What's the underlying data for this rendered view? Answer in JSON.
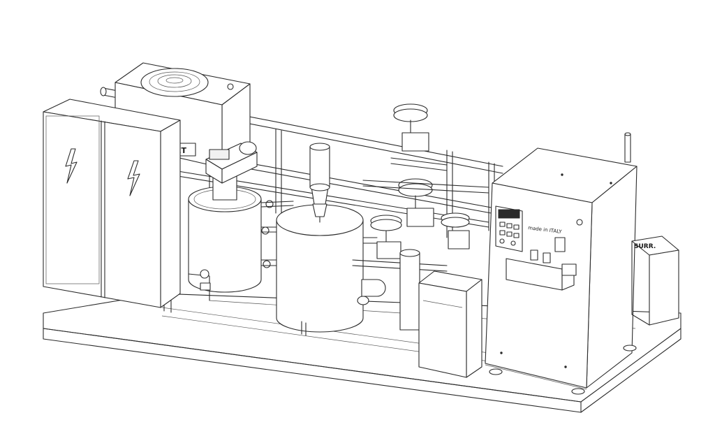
{
  "drawing": {
    "labels": {
      "outlet": "LET",
      "made_in": "made in ITALY",
      "surr": "SURR."
    },
    "icons": [
      "high-voltage-icon",
      "high-voltage-icon"
    ],
    "colors": {
      "line": "#2a2a2a",
      "background": "#ffffff",
      "display": "#2a2a2a"
    }
  }
}
